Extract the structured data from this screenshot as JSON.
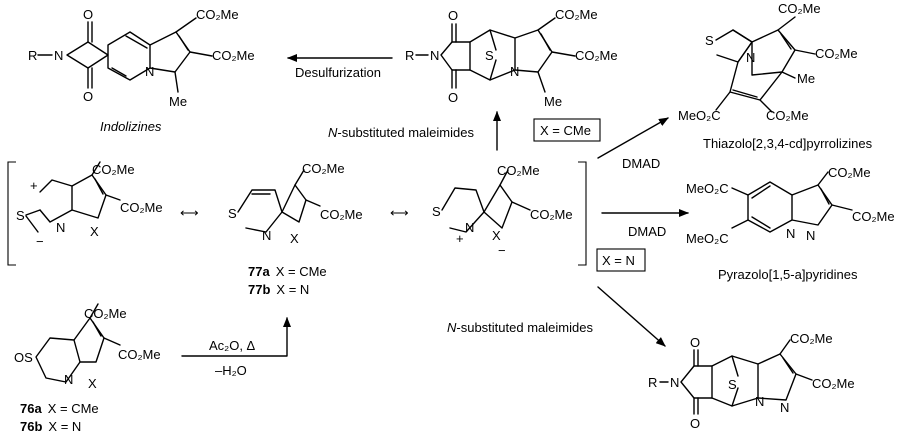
{
  "labels": {
    "indolizines": "Indolizines",
    "desulfurization": "Desulfurization",
    "maleimides_top": "N-substituted maleimides",
    "maleimides_bottom": "N-substituted maleimides",
    "cond_x_cme": "X = CMe",
    "cond_x_n": "X = N",
    "dmad_top": "DMAD",
    "dmad_mid": "DMAD",
    "thiazolo": "Thiazolo[2,3,4-cd]pyrrolizines",
    "pyrazolo": "Pyrazolo[1,5-a]pyridines",
    "ac2o": "Ac₂O, Δ",
    "minus_h2o": "–H₂O",
    "c77a_id": "77a",
    "c77a_val": "X = CMe",
    "c77b_id": "77b",
    "c77b_val": "X = N",
    "c76a_id": "76a",
    "c76a_val": "X = CMe",
    "c76b_id": "76b",
    "c76b_val": "X = N"
  },
  "groups": {
    "co2me": "CO₂Me",
    "meo2c": "MeO₂C",
    "me": "Me",
    "r": "R",
    "os": "OS"
  },
  "atoms": {
    "s": "S",
    "n": "N",
    "o": "O",
    "x": "X",
    "plus": "+",
    "minus": "−"
  }
}
